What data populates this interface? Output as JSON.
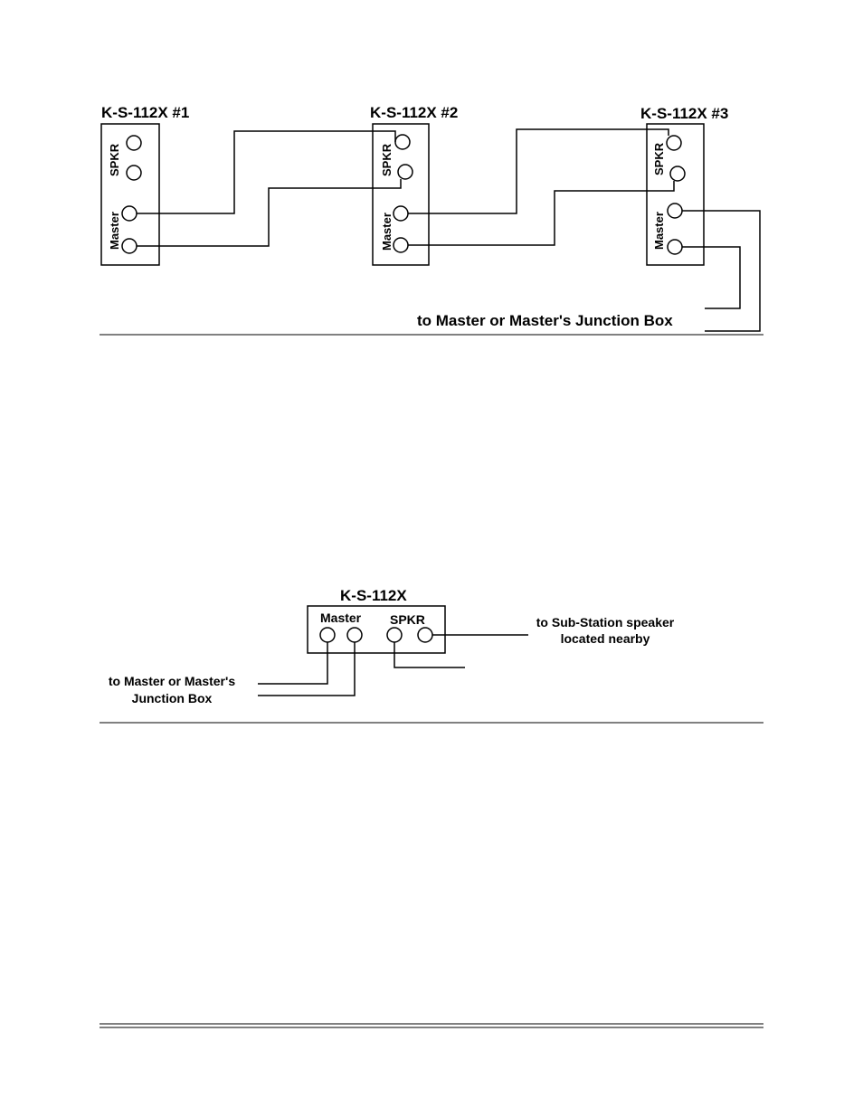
{
  "diagram1": {
    "stations": [
      {
        "title": "K-S-112X #1",
        "spkr": "SPKR",
        "master": "Master"
      },
      {
        "title": "K-S-112X #2",
        "spkr": "SPKR",
        "master": "Master"
      },
      {
        "title": "K-S-112X #3",
        "spkr": "SPKR",
        "master": "Master"
      }
    ],
    "to_master": "to Master or Master's Junction Box"
  },
  "diagram2": {
    "title": "K-S-112X",
    "master": "Master",
    "spkr": "SPKR",
    "to_speaker_line1": "to Sub-Station speaker",
    "to_speaker_line2": "located nearby",
    "to_master_line1": "to Master or Master's",
    "to_master_line2": "Junction Box"
  }
}
